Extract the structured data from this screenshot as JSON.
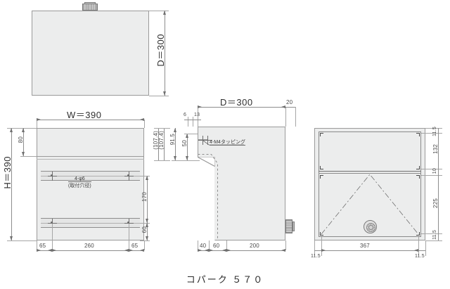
{
  "drawing": {
    "title": "コパーク ５７０",
    "line_color": "#8d8d8d",
    "fill_color": "#eceded",
    "text_color": "#3a3a3a"
  },
  "views": {
    "top": {
      "name": "top-view",
      "dimensions": {
        "depth_label": "D＝300"
      },
      "parts": [
        "connector"
      ]
    },
    "front": {
      "name": "front-view",
      "dimensions": {
        "width_label": "W＝390",
        "height_label": "H＝390",
        "top_band": "80",
        "mid_gap": "170",
        "bottom_gap": "60",
        "ref_right": "(107.4)",
        "base_left": "65",
        "base_center": "260",
        "base_right": "65"
      },
      "notes": {
        "hole_callout_line1": "4-φ6",
        "hole_callout_line2": "(取付穴径)"
      }
    },
    "side": {
      "name": "side-view",
      "dimensions": {
        "depth_label": "D＝300",
        "top_right": "20",
        "top_a": "6",
        "top_b": "13",
        "left_ref": "(107.4)",
        "left_a": "91.5",
        "left_b": "50",
        "base_a": "40",
        "base_b": "60",
        "base_c": "200"
      },
      "notes": {
        "tapping_callout": "4-M4タッピング"
      }
    },
    "rear": {
      "name": "rear-view",
      "dimensions": {
        "right_a": "11.5",
        "right_b": "132",
        "right_c": "10",
        "right_d": "225",
        "right_e": "11.5",
        "bottom_left": "11.5",
        "bottom_center": "367",
        "bottom_right": "11.5"
      }
    }
  }
}
